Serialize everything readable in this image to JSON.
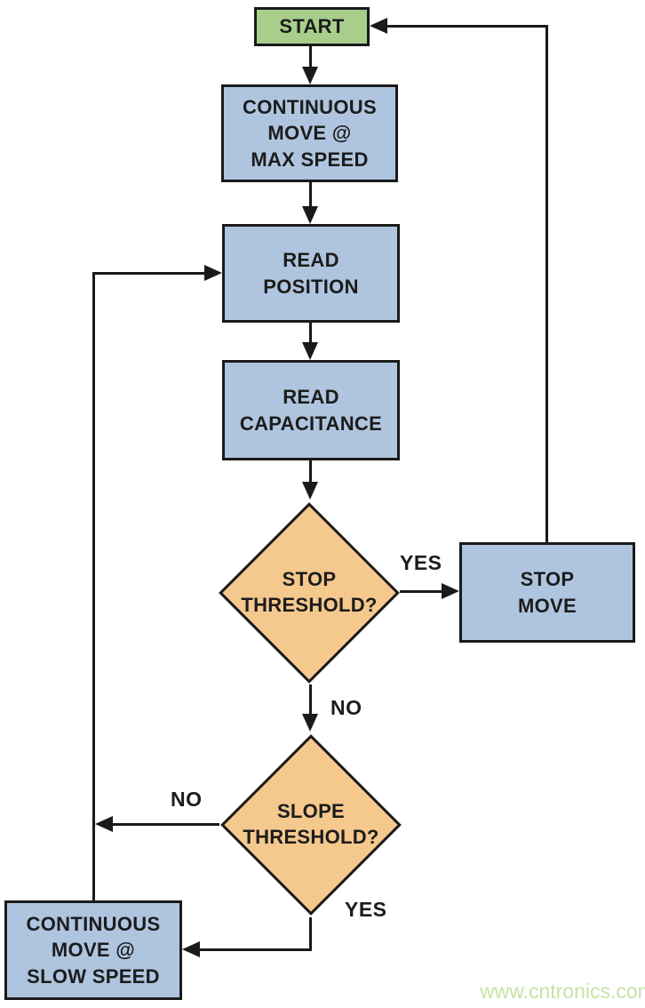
{
  "flowchart": {
    "nodes": {
      "start": {
        "type": "terminator",
        "label": "START"
      },
      "move_max": {
        "type": "process",
        "lines": [
          "CONTINUOUS",
          "MOVE @",
          "MAX SPEED"
        ]
      },
      "read_position": {
        "type": "process",
        "lines": [
          "READ",
          "POSITION"
        ]
      },
      "read_capacitance": {
        "type": "process",
        "lines": [
          "READ",
          "CAPACITANCE"
        ]
      },
      "stop_threshold": {
        "type": "decision",
        "lines": [
          "STOP",
          "THRESHOLD?"
        ]
      },
      "stop_move": {
        "type": "process",
        "lines": [
          "STOP",
          "MOVE"
        ]
      },
      "slope_threshold": {
        "type": "decision",
        "lines": [
          "SLOPE",
          "THRESHOLD?"
        ]
      },
      "move_slow": {
        "type": "process",
        "lines": [
          "CONTINUOUS",
          "MOVE @",
          "SLOW SPEED"
        ]
      }
    },
    "edge_labels": {
      "stop_yes": "YES",
      "stop_no": "NO",
      "slope_no": "NO",
      "slope_yes": "YES"
    },
    "edges": [
      {
        "from": "start",
        "to": "move_max"
      },
      {
        "from": "move_max",
        "to": "read_position"
      },
      {
        "from": "read_position",
        "to": "read_capacitance"
      },
      {
        "from": "read_capacitance",
        "to": "stop_threshold"
      },
      {
        "from": "stop_threshold",
        "to": "stop_move",
        "label": "YES"
      },
      {
        "from": "stop_threshold",
        "to": "slope_threshold",
        "label": "NO"
      },
      {
        "from": "stop_move",
        "to": "start"
      },
      {
        "from": "slope_threshold",
        "to": "read_position",
        "label": "NO"
      },
      {
        "from": "slope_threshold",
        "to": "move_slow",
        "label": "YES"
      },
      {
        "from": "move_slow",
        "to": "read_position"
      }
    ]
  },
  "watermark": {
    "text": "www.cntronics.com",
    "color": "#c8e2a6"
  },
  "colors": {
    "terminator_fill": "#a8ce8b",
    "process_fill": "#afc5df",
    "decision_fill": "#f5c88d",
    "line": "#1a1a1a",
    "text": "#1c1c1c",
    "background": "#ffffff"
  }
}
